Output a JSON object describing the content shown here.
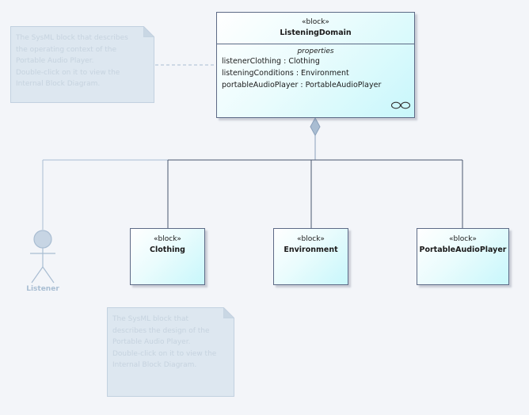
{
  "diagram": {
    "main_block": {
      "stereotype": "«block»",
      "name": "ListeningDomain",
      "compartment_title": "properties",
      "properties": [
        "listenerClothing : Clothing",
        "listeningConditions : Environment",
        "portableAudioPlayer : PortableAudioPlayer"
      ],
      "icon": "chain-link-icon"
    },
    "part_blocks": [
      {
        "stereotype": "«block»",
        "name": "Clothing"
      },
      {
        "stereotype": "«block»",
        "name": "Environment"
      },
      {
        "stereotype": "«block»",
        "name": "PortableAudioPlayer"
      }
    ],
    "actor": {
      "name": "Listener",
      "icon": "stick-figure-icon"
    },
    "notes": [
      {
        "text": [
          "The SysML block that describes",
          "the operating context of the",
          "Portable Audio Player.",
          "Double-click on it to view the",
          "Internal Block Diagram."
        ]
      },
      {
        "text": [
          "The SysML block that",
          "describes the design of the",
          "Portable Audio Player.",
          "Double-click on it to view the",
          "Internal Block Diagram."
        ]
      }
    ],
    "colors": {
      "border": "#5d6a86",
      "block_fill_end": "#c8f7fb",
      "connector": "#4a5670",
      "faded_connector": "#a9bdd2",
      "note_fill": "#dde7f0"
    }
  }
}
